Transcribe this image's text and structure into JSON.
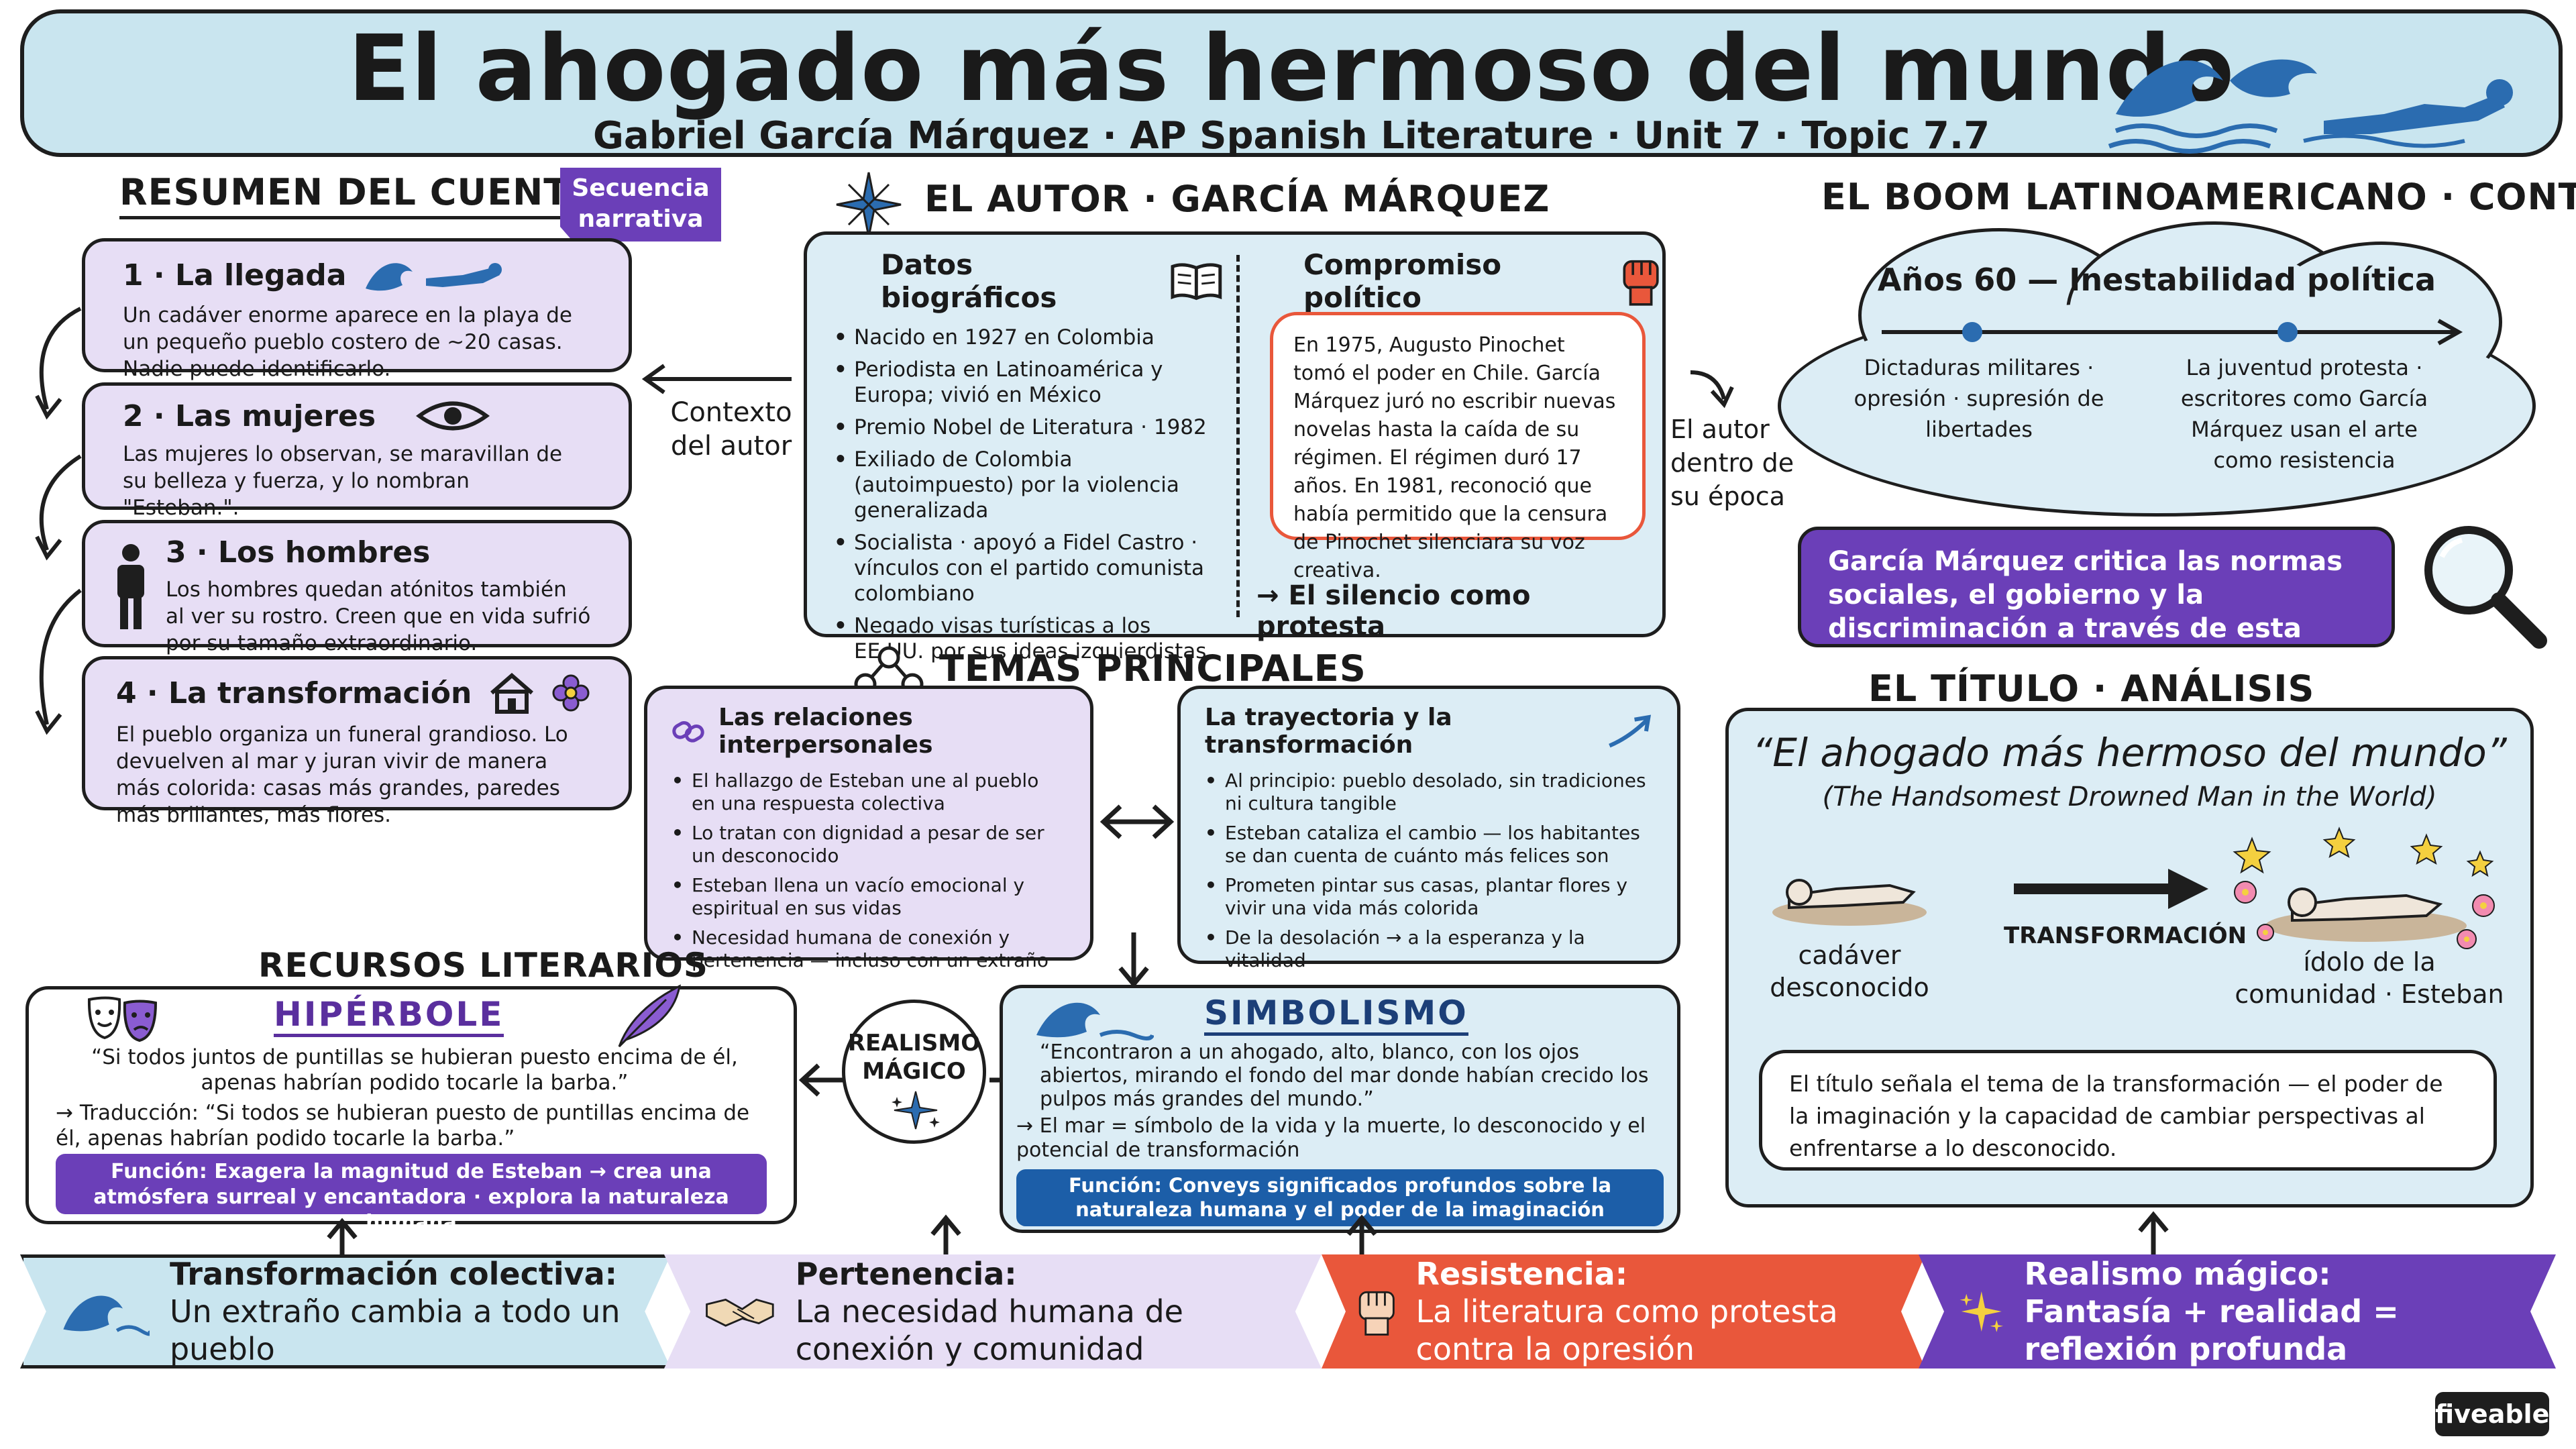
{
  "header": {
    "title": "El ahogado más hermoso del mundo",
    "subtitle": "Gabriel García Márquez · AP Spanish Literature · Unit 7 · Topic 7.7"
  },
  "resumen": {
    "title": "RESUMEN DEL CUENTO",
    "tag": "Secuencia narrativa",
    "steps": [
      {
        "title": "1 · La llegada",
        "text": "Un cadáver enorme aparece en la playa de un pequeño pueblo costero de ~20 casas. Nadie puede identificarlo."
      },
      {
        "title": "2 · Las mujeres",
        "text": "Las mujeres lo observan, se maravillan de su belleza y fuerza, y lo nombran \"Esteban.\"."
      },
      {
        "title": "3 · Los hombres",
        "text": "Los hombres quedan atónitos también al ver su rostro. Creen que en vida sufrió por su tamaño extraordinario."
      },
      {
        "title": "4 · La transformación",
        "text": "El pueblo organiza un funeral grandioso. Lo devuelven al mar y juran vivir de manera más colorida: casas más grandes, paredes más brillantes, más flores."
      }
    ],
    "context_label": "Contexto del autor"
  },
  "autor": {
    "title": "EL AUTOR · GARCÍA MÁRQUEZ",
    "bio_title": "Datos biográficos",
    "bio_items": [
      "Nacido en 1927 en Colombia",
      "Periodista en Latinoamérica y Europa; vivió en México",
      "Premio Nobel de Literatura · 1982",
      "Exiliado de Colombia (autoimpuesto) por la violencia generalizada",
      "Socialista · apoyó a Fidel Castro · vínculos con el partido comunista colombiano",
      "Negado visas turísticas a los EE.UU. por sus ideas izquierdistas"
    ],
    "politico_title": "Compromiso político",
    "politico_text": "En 1975, Augusto Pinochet tomó el poder en Chile. García Márquez juró no escribir nuevas novelas hasta la caída de su régimen. El régimen duró 17 años. En 1981, reconoció que había permitido que la censura de Pinochet silenciara su voz creativa.",
    "silencio": "→ El silencio como protesta",
    "epoca_label": "El autor dentro de su época"
  },
  "boom": {
    "title": "EL BOOM LATINOAMERICANO · CONTEXTO",
    "timeline_title": "Años 60 — Inestabilidad política",
    "left_text": "Dictaduras militares · opresión · supresión de libertades",
    "right_text": "La juventud protesta · escritores como García Márquez usan el arte como resistencia",
    "critica": "García Márquez critica las normas sociales, el gobierno y la discriminación a través de esta historia."
  },
  "temas": {
    "title": "TEMAS PRINCIPALES",
    "rel_title": "Las relaciones interpersonales",
    "rel_items": [
      "El hallazgo de Esteban une al pueblo en una respuesta colectiva",
      "Lo tratan con dignidad a pesar de ser un desconocido",
      "Esteban llena un vacío emocional y espiritual en sus vidas",
      "Necesidad humana de conexión y pertenencia — incluso con un extraño"
    ],
    "tray_title": "La trayectoria y la transformación",
    "tray_items": [
      "Al principio: pueblo desolado, sin tradiciones ni cultura tangible",
      "Esteban cataliza el cambio — los habitantes se dan cuenta de cuánto más felices son",
      "Prometen pintar sus casas, plantar flores y vivir una vida más colorida",
      "De la desolación → a la esperanza y la vitalidad"
    ]
  },
  "recursos": {
    "title": "RECURSOS LITERARIOS",
    "hip_title": "HIPÉRBOLE",
    "hip_quote": "“Si todos juntos de puntillas se hubieran puesto encima de él, apenas habrían podido tocarle la barba.”",
    "hip_trad": "→ Traducción: “Si todos se hubieran puesto de puntillas encima de él, apenas habrían podido tocarle la barba.”",
    "hip_func": "Función: Exagera la magnitud de Esteban → crea una atmósfera surreal y encantadora · explora la naturaleza humana",
    "realismo_l1": "REALISMO",
    "realismo_l2": "MÁGICO",
    "sim_title": "SIMBOLISMO",
    "sim_quote": "“Encontraron a un ahogado, alto, blanco, con los ojos abiertos, mirando el fondo del mar donde habían crecido los pulpos más grandes del mundo.”",
    "sim_mar": "→ El mar = símbolo de la vida y la muerte, lo desconocido y el potencial de transformación",
    "sim_func": "Función: Conveys significados profundos sobre la naturaleza humana y el poder de la imaginación"
  },
  "titulo": {
    "title": "EL TÍTULO · ANÁLISIS",
    "quote": "“El ahogado más hermoso del mundo”",
    "translation": "(The Handsomest Drowned Man in the World)",
    "left_label": "cadáver desconocido",
    "arrow_label": "TRANSFORMACIÓN",
    "right_label": "ídolo de la comunidad · Esteban",
    "explanation": "El título señala el tema de la transformación — el poder de la imaginación y la capacidad de cambiar perspectivas al enfrentarse a lo desconocido."
  },
  "banners": [
    {
      "bold": "Transformación colectiva:",
      "text": "Un extraño cambia a todo un pueblo"
    },
    {
      "bold": "Pertenencia:",
      "text": "La necesidad humana de conexión y comunidad"
    },
    {
      "bold": "Resistencia:",
      "text": "La literatura como protesta contra la opresión"
    },
    {
      "bold": "Realismo mágico:",
      "text": "Fantasía + realidad = reflexión profunda"
    }
  ],
  "footer": {
    "brand": "fiveable"
  },
  "colors": {
    "lavender": "#e7def5",
    "light_blue": "#dcedf5",
    "purple": "#6b3fb8",
    "dark_blue": "#1c5ea8",
    "red_orange": "#e9573b",
    "wave_blue": "#2b6cb0"
  },
  "icons": [
    "wave-icon",
    "eye-icon",
    "person-icon",
    "house-icon",
    "flower-icon",
    "book-icon",
    "fist-icon",
    "star-icon",
    "magnifier-icon",
    "network-icon",
    "chain-link-icon",
    "trend-arrow-icon",
    "masks-icon",
    "feather-icon",
    "handshake-icon",
    "sparkles-icon"
  ]
}
